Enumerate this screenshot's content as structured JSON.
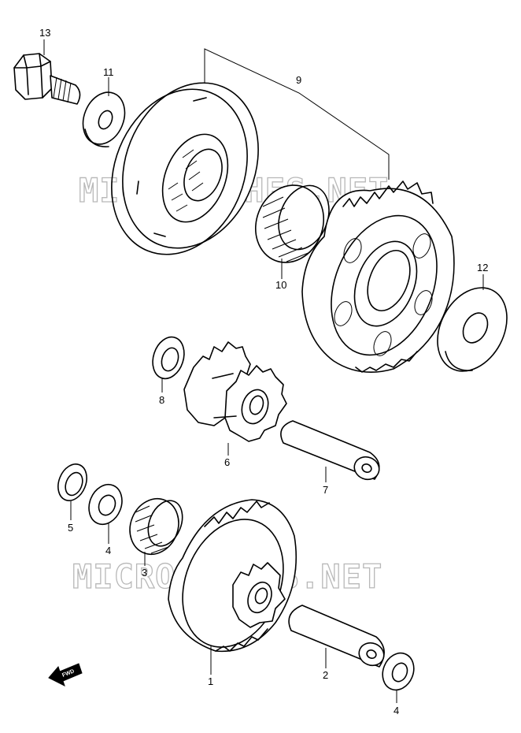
{
  "watermark": "MICROFICHES.NET",
  "fwd_label": "FWD",
  "part_numbers": {
    "p13": "13",
    "p11": "11",
    "p9": "9",
    "p10": "10",
    "p12": "12",
    "p8": "8",
    "p6": "6",
    "p7": "7",
    "p5": "5",
    "p4a": "4",
    "p3": "3",
    "p1": "1",
    "p2": "2",
    "p4b": "4"
  }
}
